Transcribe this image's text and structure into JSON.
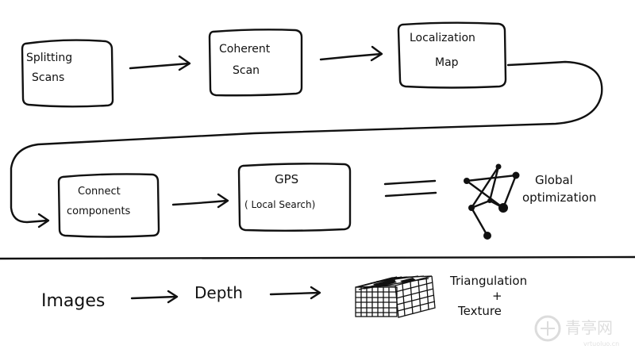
{
  "pipeline": {
    "row1": {
      "splitting_scans": [
        "Splitting",
        "Scans"
      ],
      "coherent_scan": [
        "Coherent",
        "Scan"
      ],
      "localization_map": [
        "Localization",
        "Map"
      ]
    },
    "row2": {
      "connect_components": [
        "Connect",
        "components"
      ],
      "gps": [
        "GPS",
        "( Local Search)"
      ],
      "global_optimization": [
        "Global",
        "optimization"
      ]
    },
    "row3": {
      "images": "Images",
      "depth": "Depth",
      "result": [
        "Triangulation",
        "+",
        "Texture"
      ]
    }
  },
  "watermark": {
    "name": "青亭网",
    "url": "vrtuoluo.cn"
  }
}
